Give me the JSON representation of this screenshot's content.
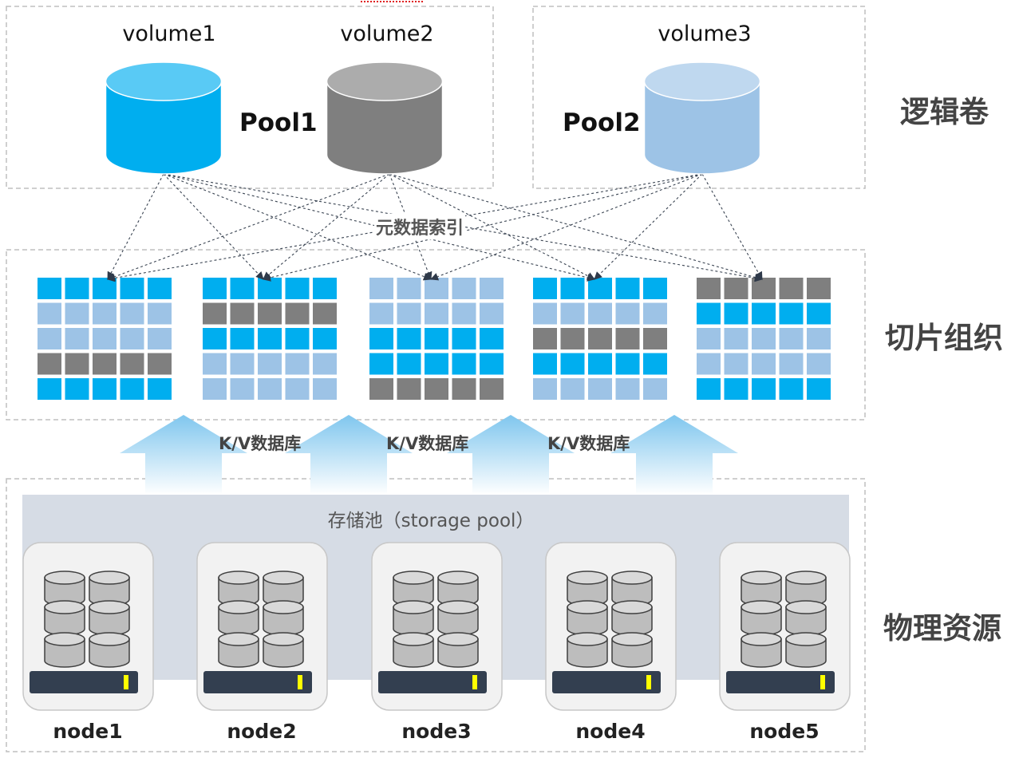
{
  "layers": {
    "logical": "逻辑卷",
    "slice": "切片组织",
    "physical": "物理资源"
  },
  "volumes": [
    {
      "label": "volume1",
      "color": "#00aeef"
    },
    {
      "label": "volume2",
      "color": "#7f7f7f"
    },
    {
      "label": "volume3",
      "color": "#9dc3e6"
    }
  ],
  "pools": [
    "Pool1",
    "Pool2"
  ],
  "metadata_label": "元数据索引",
  "kv_labels": [
    "K/V数据库",
    "K/V数据库",
    "K/V数据库"
  ],
  "storage_pool_label": "存储池（storage pool）",
  "nodes": [
    "node1",
    "node2",
    "node3",
    "node4",
    "node5"
  ],
  "colors": {
    "blue": "#00aeef",
    "light_blue": "#9dc3e6",
    "gray": "#7f7f7f",
    "storage_bg": "#d6dce5",
    "indicator": "#ffff00"
  },
  "slice_grids": [
    [
      "B",
      "B",
      "B",
      "B",
      "B",
      "L",
      "L",
      "L",
      "L",
      "L",
      "L",
      "L",
      "L",
      "L",
      "L",
      "G",
      "G",
      "G",
      "G",
      "G",
      "B",
      "B",
      "B",
      "B",
      "B"
    ],
    [
      "B",
      "B",
      "B",
      "B",
      "B",
      "G",
      "G",
      "G",
      "G",
      "G",
      "B",
      "B",
      "B",
      "B",
      "B",
      "L",
      "L",
      "L",
      "L",
      "L",
      "L",
      "L",
      "L",
      "L",
      "L"
    ],
    [
      "L",
      "L",
      "L",
      "L",
      "L",
      "L",
      "L",
      "L",
      "L",
      "L",
      "B",
      "B",
      "B",
      "B",
      "B",
      "B",
      "B",
      "B",
      "B",
      "B",
      "G",
      "G",
      "G",
      "G",
      "G"
    ],
    [
      "B",
      "B",
      "B",
      "B",
      "B",
      "L",
      "L",
      "L",
      "L",
      "L",
      "G",
      "G",
      "G",
      "G",
      "G",
      "B",
      "B",
      "B",
      "B",
      "B",
      "L",
      "L",
      "L",
      "L",
      "L"
    ],
    [
      "G",
      "G",
      "G",
      "G",
      "G",
      "B",
      "B",
      "B",
      "B",
      "B",
      "L",
      "L",
      "L",
      "L",
      "L",
      "L",
      "L",
      "L",
      "L",
      "L",
      "B",
      "B",
      "B",
      "B",
      "B"
    ]
  ]
}
